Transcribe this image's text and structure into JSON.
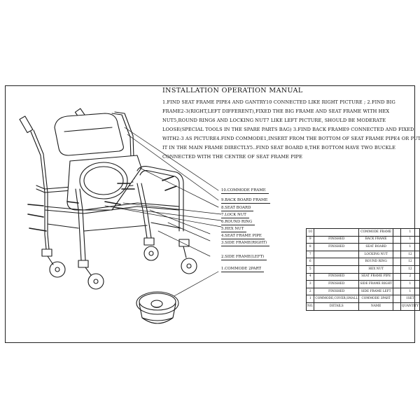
{
  "manual": {
    "title": "INSTALLATION OPERATION MANUAL",
    "instructions": [
      "1.FIND SEAT FRAME PIPE4 AND GANTRY10 CONNECTED LIKE RIGHT PICTURE ; 2.FIND BIG",
      "FRAME2-3(RIGHT,LEFT DIFFERENT),FIXED THE BIG FRAME AND SEAT FRAME WITH HEX",
      "NUT5,ROUND RING6 AND LOCKING NUT7 LIKE LEFT PICTURE, SHOULD BE MODERATE",
      "LOOSE(SPECIAL TOOLS IN THE SPARE PARTS BAG) 3.FIND BACK FRAME9 CONNECTED AND FIXED",
      "WITH2-3 AS PICTURE4.FIND COMMODE1,INSERT FROM THE BOTTOM OF SEAT FRAME PIPE4 OR PUT",
      "IT IN THE MAIN FRAME DIRECTLY5..FIND SEAT BOARD 8,THE BOTTOM HAVE TWO BUCKLE",
      "CONNECTED WITH THE CENTRE OF SEAT FRAME PIPE"
    ]
  },
  "part_labels": [
    "10.COMMODE FRAME",
    "9.BACK BOARD FRAME",
    "8.SEAT BOARD",
    "7.LOCK NUT",
    "6.ROUND RING",
    "5.HEX NUT",
    "4.SEAT FRAME PIPE",
    "3.SIDE FRAME(RIGHT)",
    "2.SIDE FRAME(LEFT)",
    "1.COMMODE 2PART"
  ],
  "bom_table": {
    "rows": [
      [
        "10",
        "",
        "COMMODE FRAME",
        "",
        "1"
      ],
      [
        "9",
        "FINISHED",
        "BACK FRAME",
        "",
        "1"
      ],
      [
        "8",
        "FINISHED",
        "SEAT BOARD",
        "",
        "1"
      ],
      [
        "7",
        "",
        "LOCKING NUT",
        "",
        "12"
      ],
      [
        "6",
        "",
        "ROUND RING",
        "",
        "12"
      ],
      [
        "5",
        "",
        "HEX NUT",
        "",
        "12"
      ],
      [
        "4",
        "FINISHED",
        "SEAT FRAME PIPE",
        "",
        "2"
      ],
      [
        "3",
        "FINISHED",
        "SIDE FRAME RIGHT",
        "",
        "1"
      ],
      [
        "2",
        "FINISHED",
        "SIDE FRAME LEFT",
        "",
        "1"
      ],
      [
        "1",
        "COMMODE,COVER,SMALL",
        "COMMODE 3PART",
        "",
        "1SET"
      ]
    ],
    "header": [
      "NO.",
      "DETAILS",
      "NAME",
      "",
      "QUANTITY"
    ]
  }
}
